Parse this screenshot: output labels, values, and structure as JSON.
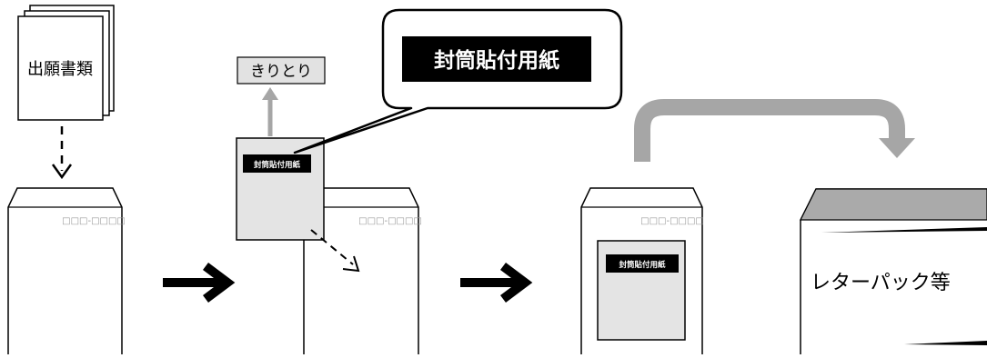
{
  "documents": {
    "label": "出願書類"
  },
  "cutout": {
    "label": "きりとり"
  },
  "callout": {
    "label": "封筒貼付用紙"
  },
  "envelope_sheet": {
    "label": "封筒貼付用紙"
  },
  "sheet_on_envelope": {
    "label": "封筒貼付用紙"
  },
  "postal_code_box": {
    "label": "□□□-□□□□"
  },
  "letterpack": {
    "label": "レターパック等"
  }
}
